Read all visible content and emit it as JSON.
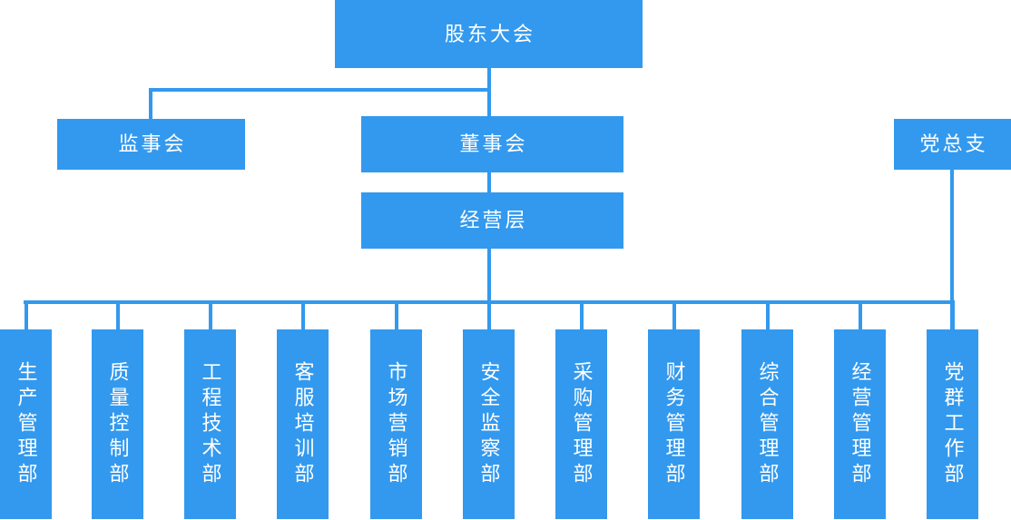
{
  "colors": {
    "box": "#3399ee",
    "line": "#3399ee",
    "text": "#ffffff",
    "background": "#ffffff"
  },
  "nodes": {
    "shareholders": {
      "label": "股东大会"
    },
    "supervisory": {
      "label": "监事会"
    },
    "directors": {
      "label": "董事会"
    },
    "party_branch": {
      "label": "党总支"
    },
    "management": {
      "label": "经营层"
    }
  },
  "departments": [
    {
      "label": "生产管理部"
    },
    {
      "label": "质量控制部"
    },
    {
      "label": "工程技术部"
    },
    {
      "label": "客服培训部"
    },
    {
      "label": "市场营销部"
    },
    {
      "label": "安全监察部"
    },
    {
      "label": "采购管理部"
    },
    {
      "label": "财务管理部"
    },
    {
      "label": "综合管理部"
    },
    {
      "label": "经营管理部"
    },
    {
      "label": "党群工作部"
    }
  ]
}
